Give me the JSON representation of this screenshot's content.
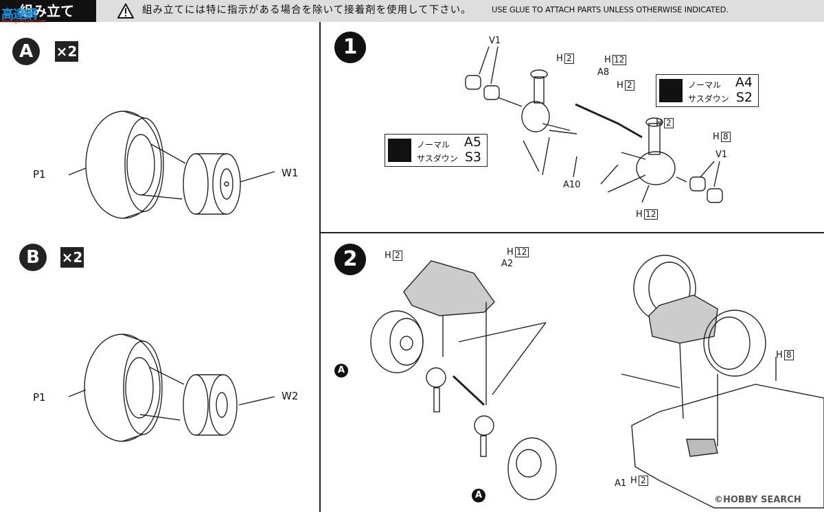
{
  "header": {
    "section_title": "組み立て",
    "watermark": "高達網",
    "watermark_sub": "www.gundam.com",
    "warning_jp": "組み立てには特に指示がある場合を除いて接着剤を使用して下さい。",
    "warning_en": "USE GLUE TO ATTACH PARTS UNLESS OTHERWISE INDICATED."
  },
  "panel_a": {
    "badge": "A",
    "multiplier": "×2",
    "tire": "P1",
    "wheel": "W1"
  },
  "panel_b": {
    "badge": "B",
    "multiplier": "×2",
    "tire": "P1",
    "wheel": "W2"
  },
  "step1": {
    "number": "1",
    "labels": {
      "v1_top": "V1",
      "v1_right": "V1",
      "h2a": "H",
      "h2a_n": "2",
      "h12a": "H",
      "h12a_n": "12",
      "a8": "A8",
      "h2b": "H",
      "h2b_n": "2",
      "h2c": "H",
      "h2c_n": "2",
      "h8": "H",
      "h8_n": "8",
      "a10": "A10",
      "h12b": "H",
      "h12b_n": "12"
    },
    "callout_right": {
      "jp1": "ノーマル",
      "jp2": "サスダウン",
      "code1": "A4",
      "code2": "S2"
    },
    "callout_left": {
      "jp1": "ノーマル",
      "jp2": "サスダウン",
      "code1": "A5",
      "code2": "S3"
    }
  },
  "step2": {
    "number": "2",
    "labels": {
      "h2": "H",
      "h2_n": "2",
      "h12": "H",
      "h12_n": "12",
      "a2": "A2",
      "h8": "H",
      "h8_n": "8",
      "a1": "A1",
      "h2b": "H",
      "h2b_n": "2"
    },
    "wheel_ref_1": "A",
    "wheel_ref_2": "A"
  },
  "footer": {
    "logo": "©HOBBY SEARCH"
  }
}
